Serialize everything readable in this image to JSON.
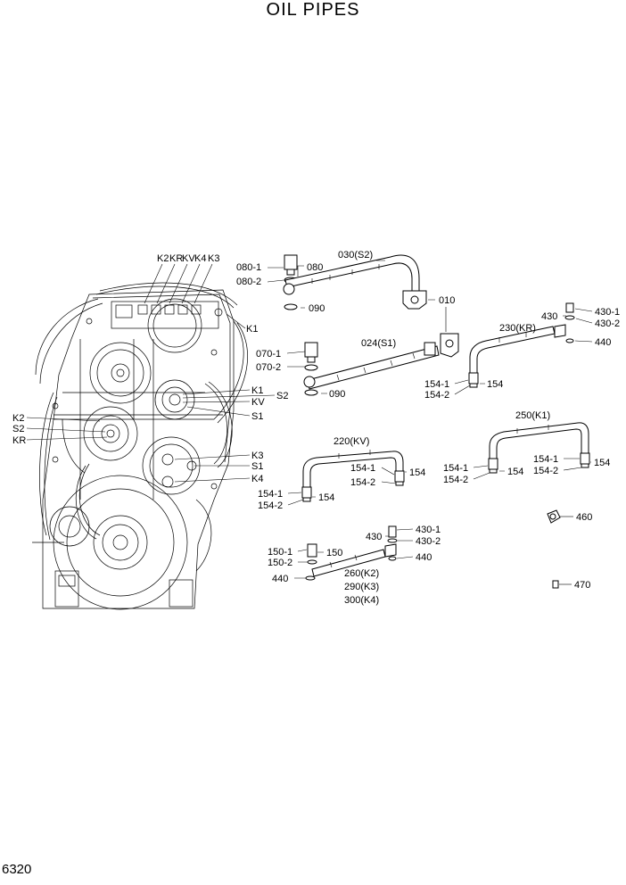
{
  "title": "OIL PIPES",
  "page_number": "6320",
  "engine_callouts": {
    "top": [
      "K2",
      "KR",
      "KV",
      "K4",
      "K3"
    ],
    "k1_top": "K1",
    "right_mid": [
      "K1",
      "S2",
      "KV",
      "S1"
    ],
    "right_low": [
      "K3",
      "S1",
      "K4"
    ],
    "left": [
      "K2",
      "S2",
      "KR"
    ]
  },
  "parts": {
    "p080_1": "080-1",
    "p080_2": "080-2",
    "p080": "080",
    "p030": "030(S2)",
    "p090a": "090",
    "p010": "010",
    "p070_1": "070-1",
    "p070_2": "070-2",
    "p024": "024(S1)",
    "p090b": "090",
    "p230": "230(KR)",
    "p430a": "430",
    "p430_1a": "430-1",
    "p430_2a": "430-2",
    "p440a": "440",
    "p154_1a": "154-1",
    "p154_2a": "154-2",
    "p154a": "154",
    "p250": "250(K1)",
    "p154_1b": "154-1",
    "p154_2b": "154-2",
    "p154b": "154",
    "p154_1c": "154-1",
    "p154_2c": "154-2",
    "p154c": "154",
    "p220": "220(KV)",
    "p154_1d": "154-1",
    "p154_2d": "154-2",
    "p154d": "154",
    "p154_1e": "154-1",
    "p154_2e": "154-2",
    "p154e": "154",
    "p460": "460",
    "p430b": "430",
    "p430_1b": "430-1",
    "p430_2b": "430-2",
    "p440b": "440",
    "p150_1": "150-1",
    "p150_2": "150-2",
    "p150": "150",
    "p440c": "440",
    "p260": "260(K2)",
    "p290": "290(K3)",
    "p300": "300(K4)",
    "p470": "470"
  }
}
